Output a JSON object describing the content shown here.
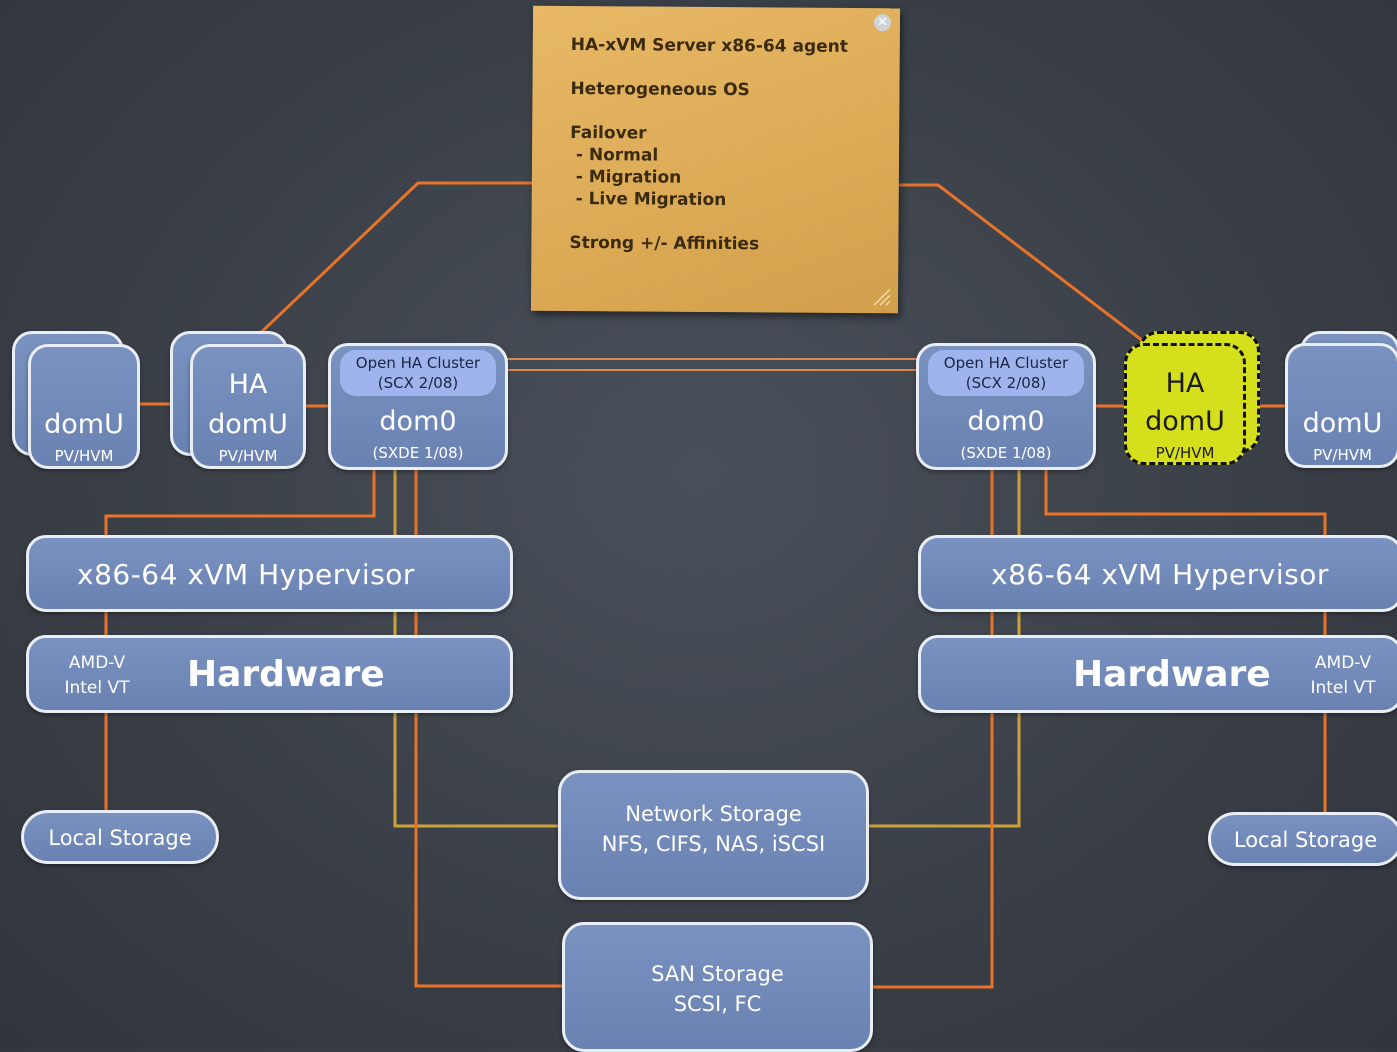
{
  "note": {
    "lines": [
      "HA-xVM Server x86-64 agent",
      "",
      "Heterogeneous OS",
      "",
      "Failover",
      " - Normal",
      " - Migration",
      " - Live Migration",
      "",
      "Strong +/- Affinities"
    ]
  },
  "left_host": {
    "domu": {
      "name": "domU",
      "sub": "PV/HVM"
    },
    "ha_domu": {
      "ha": "HA",
      "name": "domU",
      "sub": "PV/HVM"
    },
    "dom0": {
      "cluster_line1": "Open HA Cluster",
      "cluster_line2": "(SCX 2/08)",
      "name": "dom0",
      "sub": "(SXDE 1/08)"
    },
    "hypervisor": "x86-64 xVM Hypervisor",
    "hardware": "Hardware",
    "virt_line1": "AMD-V",
    "virt_line2": "Intel VT",
    "local_storage": "Local Storage"
  },
  "right_host": {
    "domu": {
      "name": "domU",
      "sub": "PV/HVM"
    },
    "ha_domu": {
      "ha": "HA",
      "name": "domU",
      "sub": "PV/HVM"
    },
    "dom0": {
      "cluster_line1": "Open HA Cluster",
      "cluster_line2": "(SCX 2/08)",
      "name": "dom0",
      "sub": "(SXDE 1/08)"
    },
    "hypervisor": "x86-64 xVM Hypervisor",
    "hardware": "Hardware",
    "virt_line1": "AMD-V",
    "virt_line2": "Intel VT",
    "local_storage": "Local Storage"
  },
  "network_storage": {
    "line1": "Network Storage",
    "line2": "NFS, CIFS, NAS, iSCSI"
  },
  "san_storage": {
    "line1": "SAN Storage",
    "line2": "SCSI, FC"
  },
  "colors": {
    "background": "#3b4048",
    "box_fill": "#7189b8",
    "box_border": "#e9edf5",
    "cluster_pill": "#9fb4ec",
    "note": "#ddab57",
    "orange_link": "#e8742a",
    "gold_link": "#c9a23a",
    "ha_highlight": "#d6df1b"
  }
}
